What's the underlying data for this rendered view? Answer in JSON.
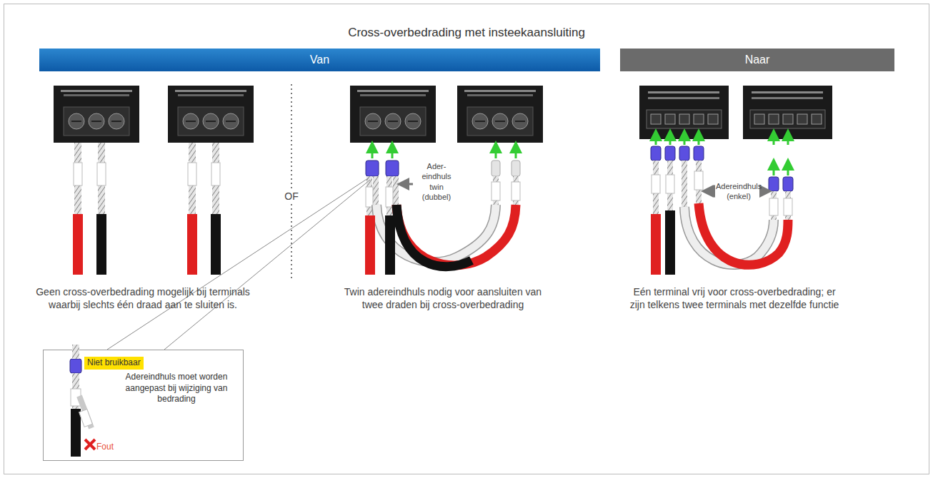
{
  "diagram": {
    "title": "Cross-overbedrading met insteekaansluiting",
    "nodes": [
      {
        "text": [
          "Van"
        ]
      },
      {
        "text": [
          "Naar"
        ]
      },
      {
        "text": [
          "Niet bruikbaar",
          "Adereindhuls moet worden aangepast bij wijziging van bedrading",
          "Fout"
        ]
      }
    ],
    "labels": [
      "OF",
      "Geen cross-overbedrading mogelijk bij terminals waarbij slechts één draad aan te sluiten is.",
      "Ader- eindhuls twin (dubbel)",
      "Twin adereindhuls nodig voor aansluiten van twee draden bij cross-overbedrading",
      "Adereindhuls (enkel)",
      "Eén terminal vrij voor cross-overbedrading; er zijn telkens twee terminals met dezelfde functie"
    ]
  }
}
